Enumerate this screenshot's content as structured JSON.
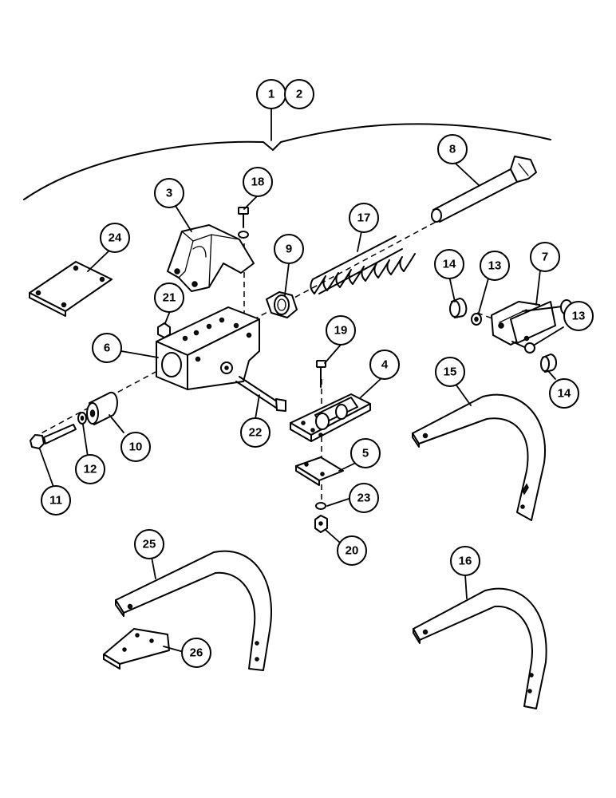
{
  "diagram": {
    "callouts": [
      {
        "id": "c1",
        "label": "1"
      },
      {
        "id": "c2",
        "label": "2"
      },
      {
        "id": "c3",
        "label": "3"
      },
      {
        "id": "c4",
        "label": "4"
      },
      {
        "id": "c5",
        "label": "5"
      },
      {
        "id": "c6",
        "label": "6"
      },
      {
        "id": "c7",
        "label": "7"
      },
      {
        "id": "c8",
        "label": "8"
      },
      {
        "id": "c9",
        "label": "9"
      },
      {
        "id": "c10",
        "label": "10"
      },
      {
        "id": "c11",
        "label": "11"
      },
      {
        "id": "c12",
        "label": "12"
      },
      {
        "id": "c13a",
        "label": "13"
      },
      {
        "id": "c13b",
        "label": "13"
      },
      {
        "id": "c14a",
        "label": "14"
      },
      {
        "id": "c14b",
        "label": "14"
      },
      {
        "id": "c15",
        "label": "15"
      },
      {
        "id": "c16",
        "label": "16"
      },
      {
        "id": "c17",
        "label": "17"
      },
      {
        "id": "c18",
        "label": "18"
      },
      {
        "id": "c19",
        "label": "19"
      },
      {
        "id": "c20",
        "label": "20"
      },
      {
        "id": "c21",
        "label": "21"
      },
      {
        "id": "c22",
        "label": "22"
      },
      {
        "id": "c23",
        "label": "23"
      },
      {
        "id": "c24",
        "label": "24"
      },
      {
        "id": "c25",
        "label": "25"
      },
      {
        "id": "c26",
        "label": "26"
      }
    ]
  }
}
